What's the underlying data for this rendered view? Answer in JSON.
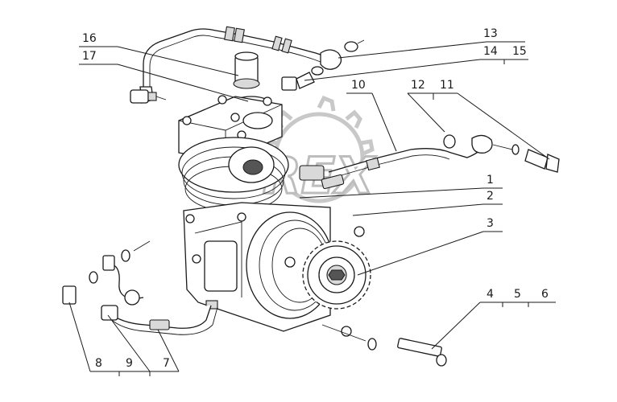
{
  "diagram": {
    "watermark_text": "REX",
    "callouts": {
      "c1": "1",
      "c2": "2",
      "c3": "3",
      "c4": "4",
      "c5": "5",
      "c6": "6",
      "c7": "7",
      "c8": "8",
      "c9": "9",
      "c10": "10",
      "c11": "11",
      "c12": "12",
      "c13": "13",
      "c14": "14",
      "c15": "15",
      "c16": "16",
      "c17": "17"
    }
  }
}
